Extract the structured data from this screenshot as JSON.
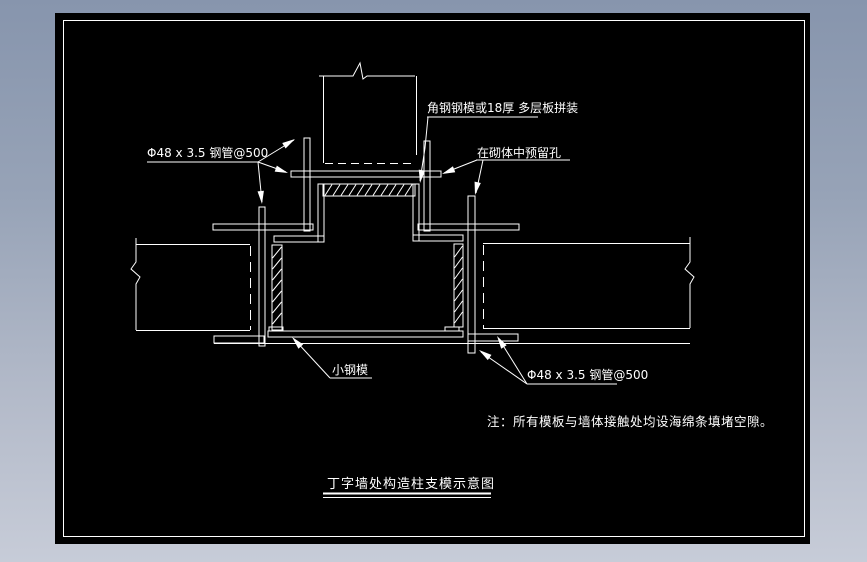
{
  "window": {
    "surround_top_color": "#8795ad",
    "surround_bottom_color": "#c7ccd8",
    "canvas_color": "#000000",
    "line_color": "#ffffff"
  },
  "drawing": {
    "annotations": {
      "pipe_top_left": "Φ48 x 3.5 钢管@500",
      "formwork_top": "角钢钢模或18厚 多层板拼装",
      "reserved_hole": "在砌体中预留孔",
      "small_steel_form": "小钢模",
      "pipe_bottom_right": "Φ48 x 3.5 钢管@500"
    },
    "note": "注：所有模板与墙体接触处均设海绵条填堵空隙。",
    "title": "丁字墙处构造柱支模示意图"
  }
}
